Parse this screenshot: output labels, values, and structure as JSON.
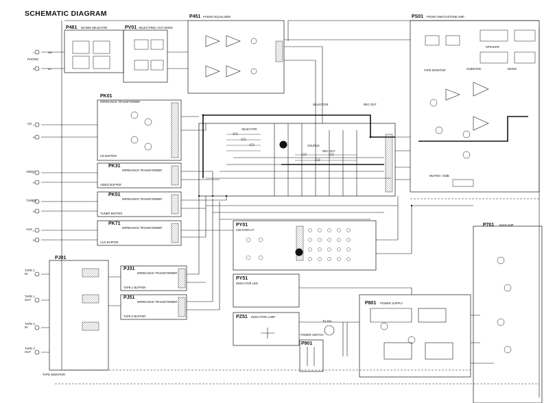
{
  "title": "SCHEMATIC DIAGRAM",
  "blocks": {
    "p481": {
      "id": "P481",
      "sub": "MC/MM SELECTOR"
    },
    "pv01": {
      "id": "PV01",
      "sub": "SELECT/REC OUT MODE"
    },
    "p451": {
      "id": "P451",
      "sub": "PHONO EQUALIZER"
    },
    "ps01": {
      "id": "PS01",
      "sub": "FRONT SWITCH/TONE AMP"
    },
    "pk01": {
      "id": "PK01",
      "sub": "IMPEDANCE TRANSFORMER",
      "buffer": "CD BUFFER"
    },
    "pk31": {
      "id": "PK31",
      "sub": "IMPEDANCE TRANSFORMER",
      "buffer": "VIDEO BUFFER"
    },
    "pk51": {
      "id": "PK51",
      "sub": "IMPEDANCE TRANSFORMER",
      "buffer": "TUNER BUFFER"
    },
    "pk71": {
      "id": "PK71",
      "sub": "IMPEDANCE TRANSFORMER",
      "buffer": "AUX BUFFER"
    },
    "pj01": {
      "id": "PJ01"
    },
    "pj31": {
      "id": "PJ31",
      "sub": "IMPEDANCE TRANSFORMER",
      "buffer": "TAPE-1 BUFFER"
    },
    "pj51": {
      "id": "PJ51",
      "sub": "IMPEDANCE TRANSFORMER",
      "buffer": "TAPE-2 BUFFER"
    },
    "py01": {
      "id": "PY01",
      "sub": "LED DISPLAY"
    },
    "py51": {
      "id": "PY51",
      "sub": "INDICATOR LED"
    },
    "pz51": {
      "id": "PZ51",
      "sub": "INDICATOR LAMP"
    },
    "p901": {
      "id": "P901"
    },
    "p801": {
      "id": "P801",
      "sub": "POWER SUPPLY"
    },
    "p701": {
      "id": "P701",
      "sub": "MAIN AMP"
    }
  },
  "inputs": {
    "phono": "PHONO",
    "cd": "CD",
    "video": "VIDEO",
    "tuner": "TUNER",
    "aux": "AUX",
    "tape1_in": "TAPE 1\nIN",
    "tape1_out": "TAPE 1\nOUT",
    "tape2_in": "TAPE 2\nIN",
    "tape2_out": "TAPE 2\nOUT",
    "tape_monitor": "TAPE MONITOR"
  },
  "channels": {
    "left": "L",
    "right": "R"
  },
  "labels": {
    "selector": "SELECTOR",
    "source": "SOURCE",
    "rec_out": "REC OUT",
    "subsonic": "SUBSONIC",
    "mono": "MONO",
    "speaker": "SPEAKER",
    "muting": "MUTING -20dB",
    "power_switch": "POWER SWITCH",
    "fuse": "T3.15A",
    "tape_monitor_sw": "TAPE MONITOR",
    "mc": "MC",
    "mm": "MM"
  }
}
